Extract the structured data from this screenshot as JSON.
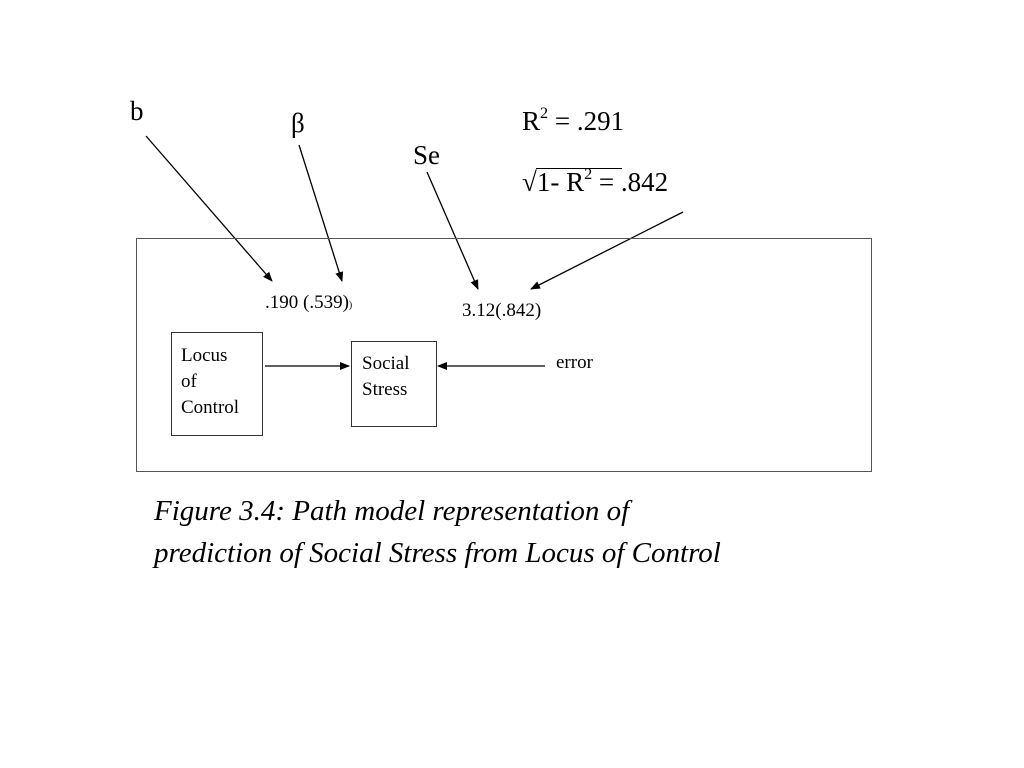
{
  "labels": {
    "b": "b",
    "beta": "β",
    "se": "Se",
    "r2_prefix": "R",
    "r2_sup": "2",
    "r2_value": "= .291",
    "sqrt_symbol": "√",
    "sqrt_text": "1- R",
    "sqrt_sup": "2",
    "sqrt_value": "= .842"
  },
  "diagram": {
    "path_coefficient": ".190 (.539)",
    "path_trailing_mark": ")",
    "error_coefficient": "3.12(.842)",
    "predictor": {
      "line1": "Locus",
      "line2": "of",
      "line3": "Control"
    },
    "outcome": {
      "line1": "Social",
      "line2": "Stress"
    },
    "error_label": "error"
  },
  "caption": {
    "line1": "Figure 3.4: Path model representation of",
    "line2": "prediction of Social Stress from Locus of Control"
  }
}
